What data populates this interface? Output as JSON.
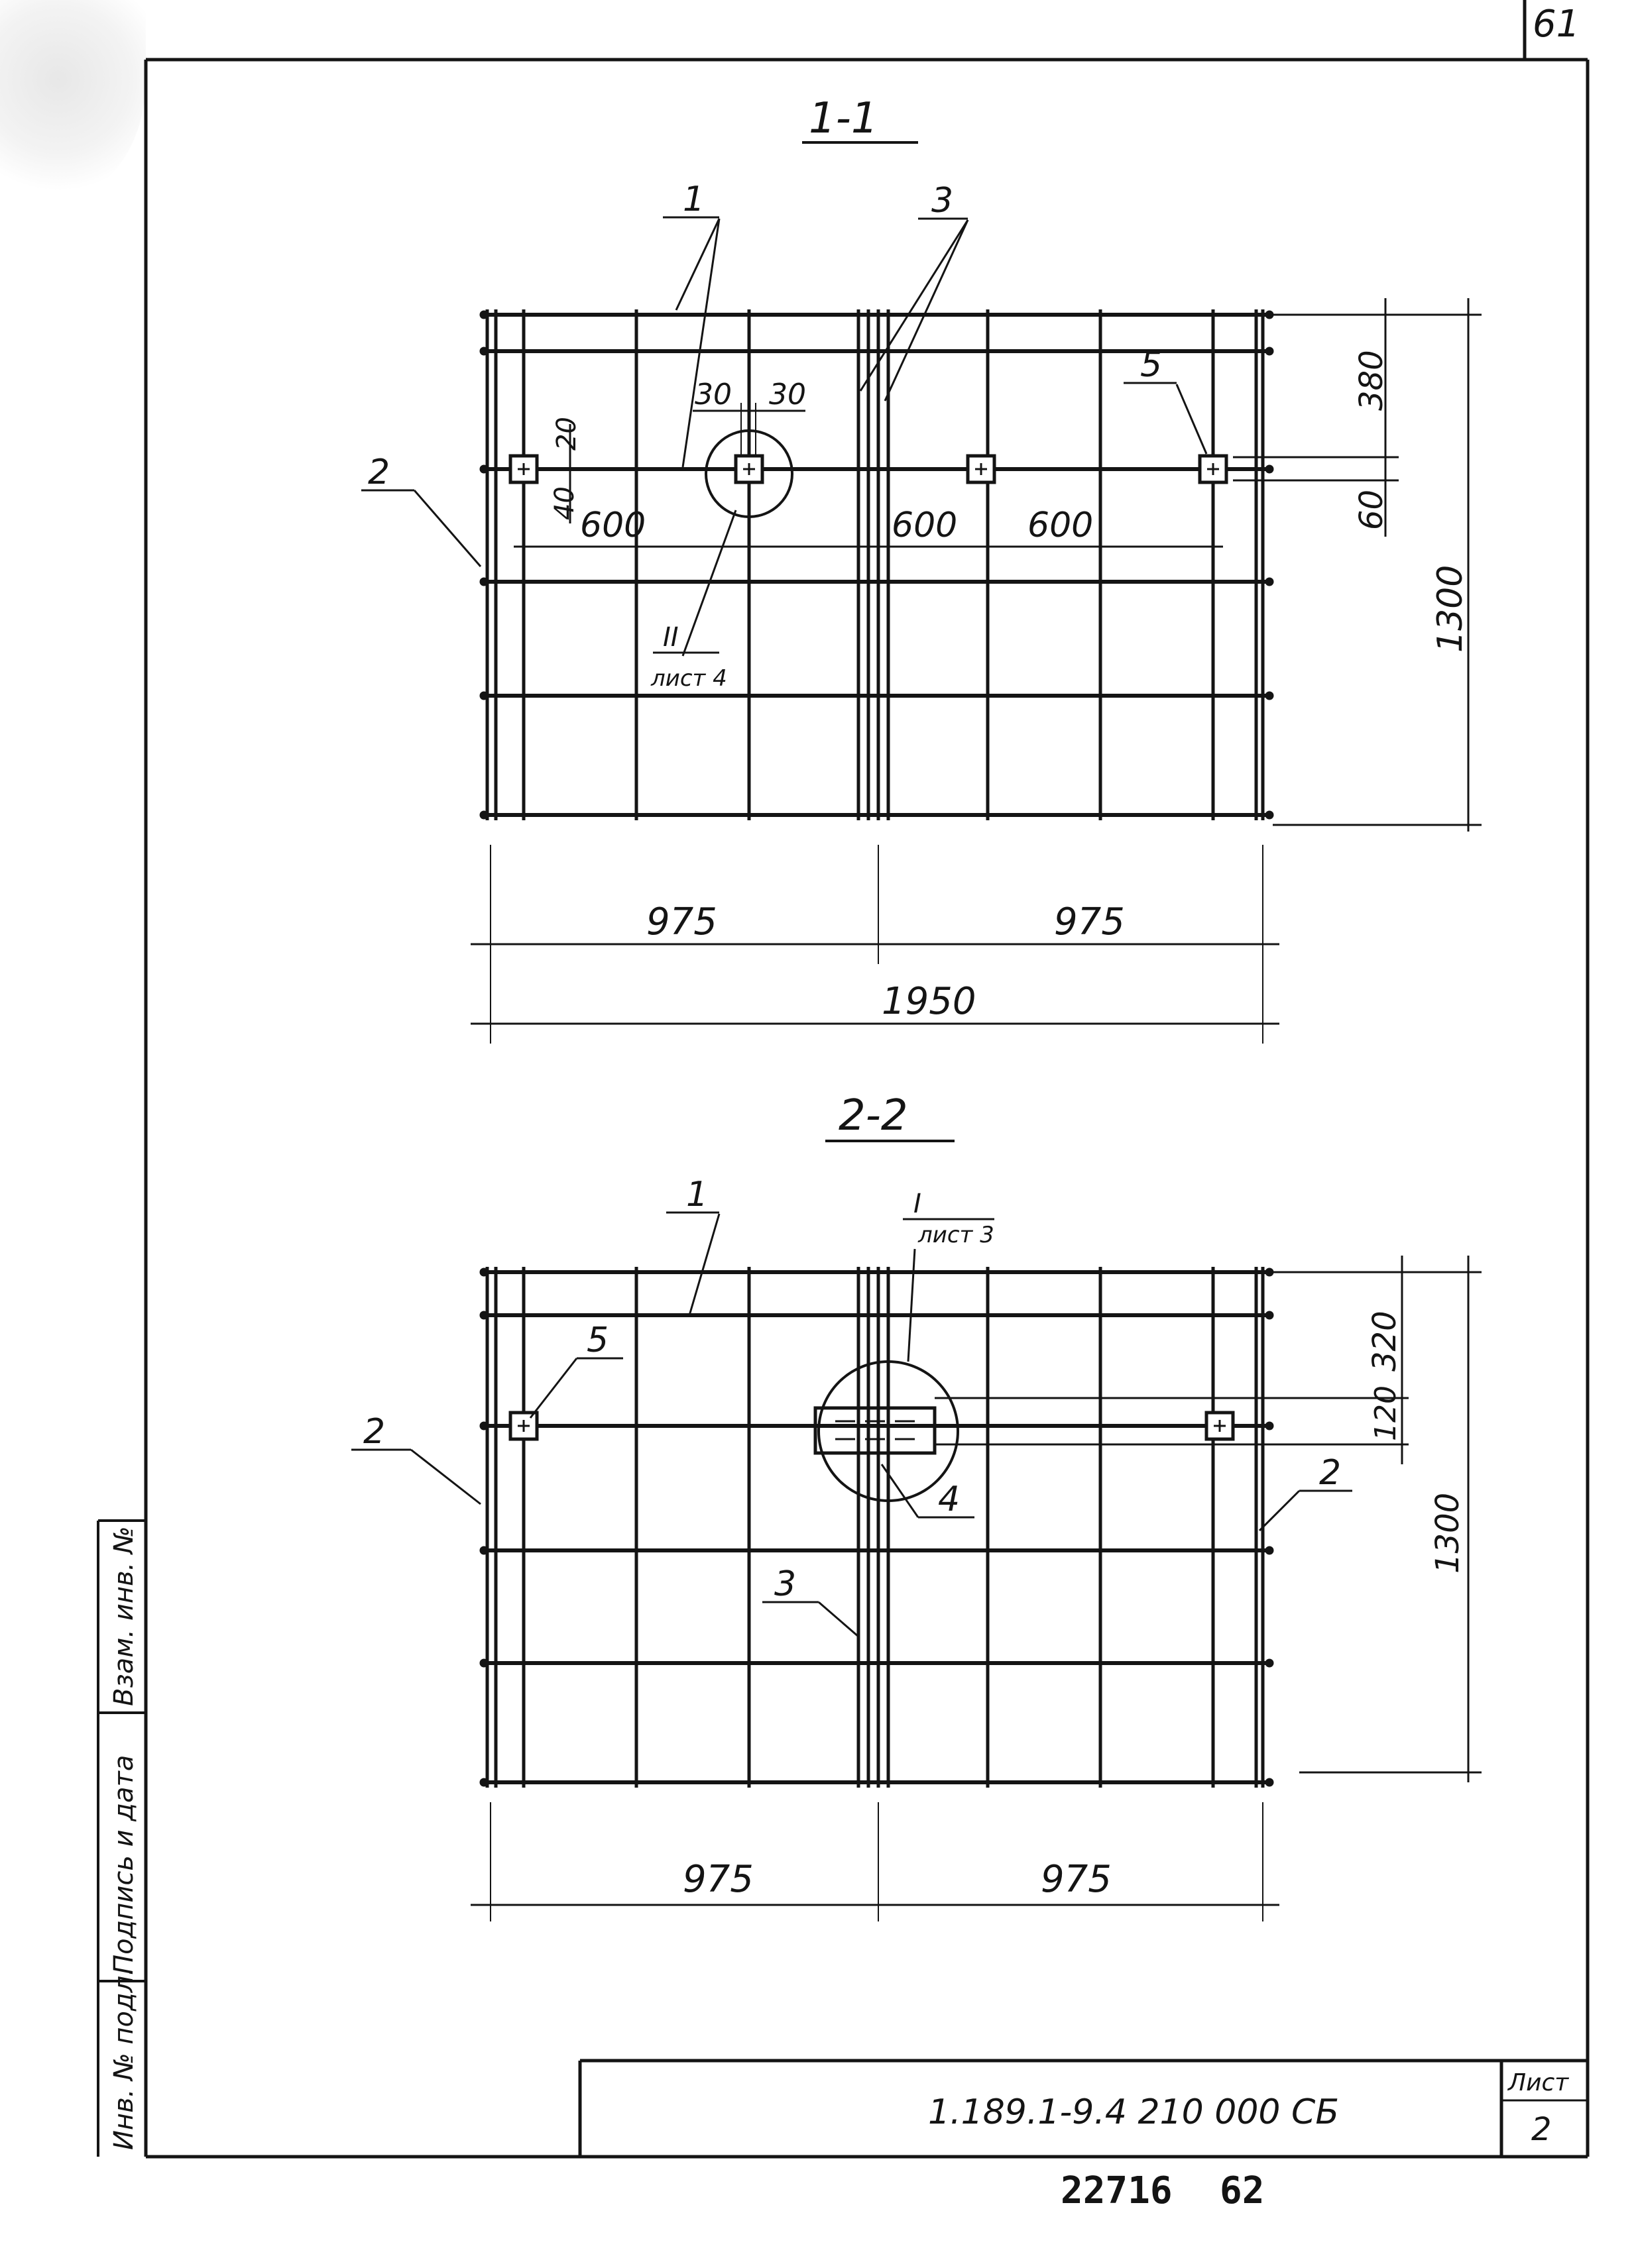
{
  "sheet": {
    "top_corner_number": "61",
    "sheet_label": "Лист",
    "sheet_number": "2",
    "document_code": "1.189.1-9.4 210 000 СБ",
    "bottom_number": "22716",
    "bottom_page": "62"
  },
  "side_stamp": {
    "inv_podl": "Инв. № подл.",
    "sign_date": "Подпись и дата",
    "vzam_inv": "Взам. инв. №"
  },
  "section1": {
    "title": "1-1",
    "callouts": {
      "c1": "1",
      "c2": "2",
      "c3": "3",
      "c5": "5"
    },
    "node_ref": {
      "mark": "II",
      "sheet": "лист 4"
    },
    "dims": {
      "d30a": "30",
      "d30b": "30",
      "d20": "20",
      "d40": "40",
      "d600a": "600",
      "d600b": "600",
      "d600c": "600",
      "d380": "380",
      "d60": "60",
      "d1300": "1300",
      "d975a": "975",
      "d975b": "975",
      "d1950": "1950"
    }
  },
  "section2": {
    "title": "2-2",
    "callouts": {
      "c1": "1",
      "c2a": "2",
      "c2b": "2",
      "c3": "3",
      "c4": "4",
      "c5": "5"
    },
    "node_ref": {
      "mark": "I",
      "sheet": "лист 3"
    },
    "dims": {
      "d320": "320",
      "d120": "120",
      "d1300": "1300",
      "d975a": "975",
      "d975b": "975"
    }
  }
}
